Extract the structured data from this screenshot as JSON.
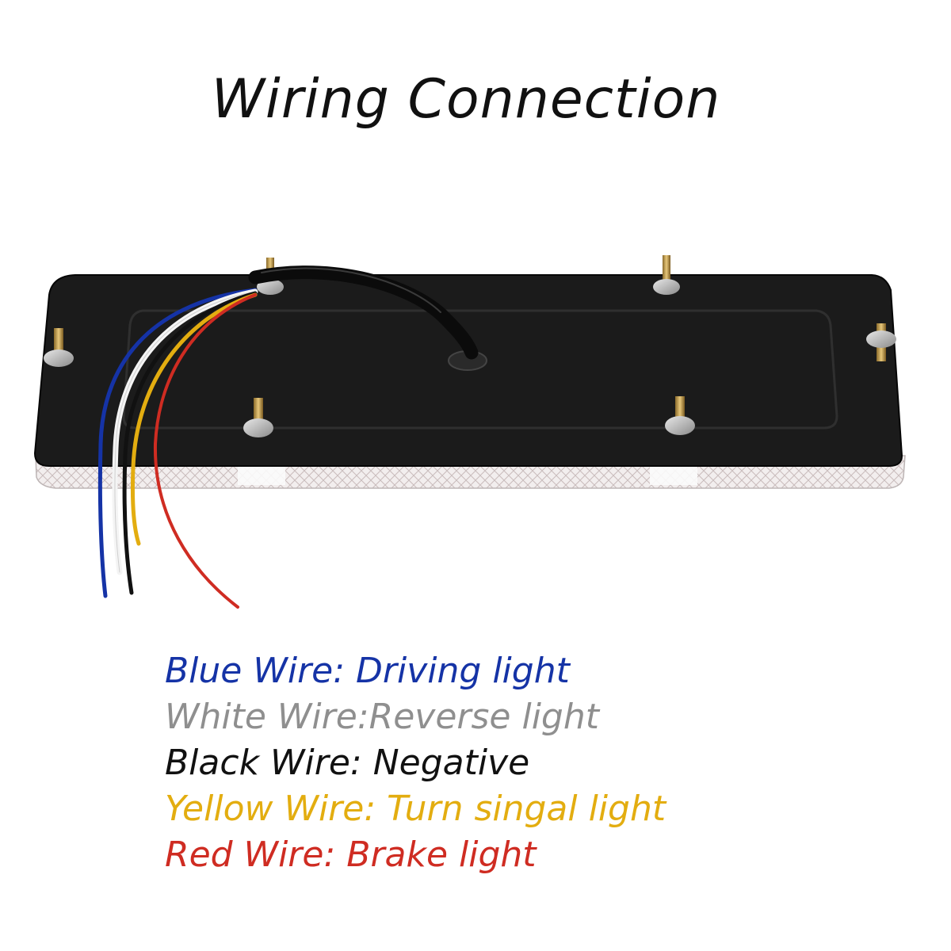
{
  "title": "Wiring Connection",
  "colors": {
    "blue": "#1533a6",
    "white": "#8f8f8f",
    "black": "#111111",
    "yellow": "#e3ad10",
    "red": "#cf2c22",
    "housing": "#1a1a1a"
  },
  "legend": [
    {
      "text": "Blue Wire: Driving light",
      "color": "#1533a6"
    },
    {
      "text": "White Wire:Reverse light",
      "color": "#8f8f8f"
    },
    {
      "text": "Black Wire: Negative",
      "color": "#111111"
    },
    {
      "text": "Yellow Wire: Turn singal light",
      "color": "#e3ad10"
    },
    {
      "text": "Red Wire: Brake light",
      "color": "#cf2c22"
    }
  ]
}
